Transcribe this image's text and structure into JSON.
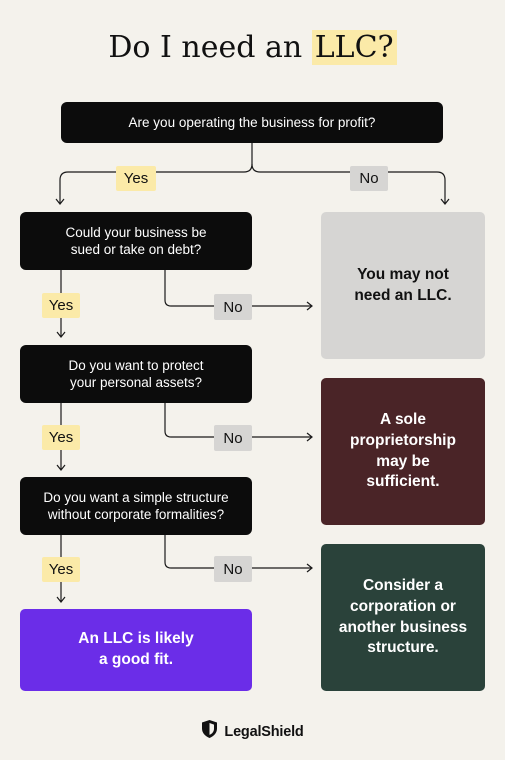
{
  "title": {
    "before": "Do I need an ",
    "highlight": "LLC?"
  },
  "colors": {
    "background": "#f4f2ec",
    "question_box": "#0c0c0c",
    "yes_tag": "#fbeaa8",
    "no_tag": "#d6d5d3",
    "result_not_needed": "#d6d5d3",
    "result_sole_prop": "#4a2427",
    "result_corporation": "#2a423a",
    "result_llc": "#6b2de8"
  },
  "questions": {
    "q1": "Are you operating the business for profit?",
    "q2": "Could your business be sued or take on debt?",
    "q3": "Do you want to protect your personal assets?",
    "q4": "Do you want a simple structure without corporate formalities?"
  },
  "answers": {
    "q1_yes": "Yes",
    "q1_no": "No",
    "q2_yes": "Yes",
    "q2_no": "No",
    "q3_yes": "Yes",
    "q3_no": "No",
    "q4_yes": "Yes",
    "q4_no": "No"
  },
  "results": {
    "not_needed": "You may not need an LLC.",
    "sole_prop": "A sole proprietorship may be sufficient.",
    "corporation": "Consider a corporation or another business structure.",
    "llc": "An LLC is likely a good fit."
  },
  "brand": {
    "name": "LegalShield",
    "icon": "shield-icon"
  }
}
